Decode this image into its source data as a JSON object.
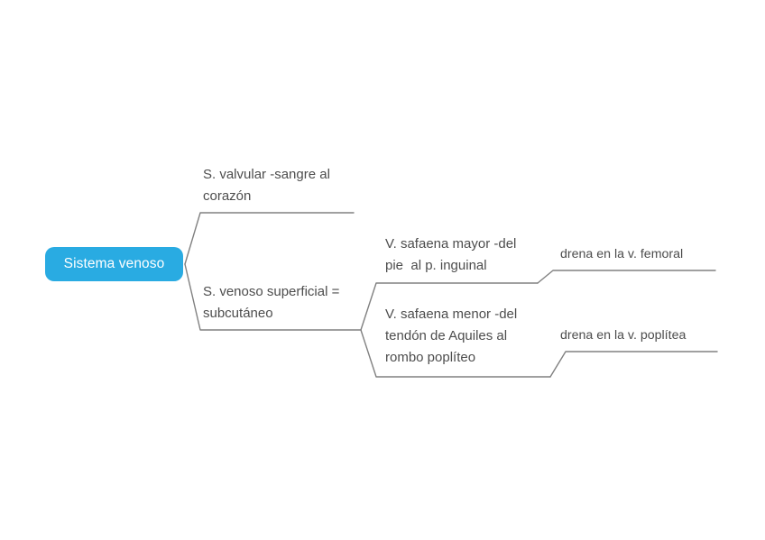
{
  "diagram": {
    "type": "mind-map",
    "orientation": "left-to-right",
    "background_color": "#ffffff",
    "connector_color": "#808080",
    "root": {
      "label": "Sistema venoso",
      "fill_color": "#29abe2",
      "text_color": "#ffffff"
    },
    "branches": [
      {
        "id": "b1",
        "label": "S. valvular -sangre al\ncorazón",
        "text_color": "#4d4d4d",
        "children": []
      },
      {
        "id": "b2",
        "label": "S. venoso superficial =\nsubcutáneo",
        "text_color": "#4d4d4d",
        "children": [
          {
            "id": "c1",
            "label": "V. safaena mayor -del\npie  al p. inguinal",
            "text_color": "#4d4d4d",
            "children": [
              {
                "id": "d1",
                "label": "drena en la v. femoral",
                "text_color": "#4d4d4d"
              }
            ]
          },
          {
            "id": "c2",
            "label": "V. safaena menor -del\ntendón de Aquiles al\nrombo poplíteo",
            "text_color": "#4d4d4d",
            "children": [
              {
                "id": "d2",
                "label": "drena en la v. poplítea",
                "text_color": "#4d4d4d"
              }
            ]
          }
        ]
      }
    ]
  }
}
